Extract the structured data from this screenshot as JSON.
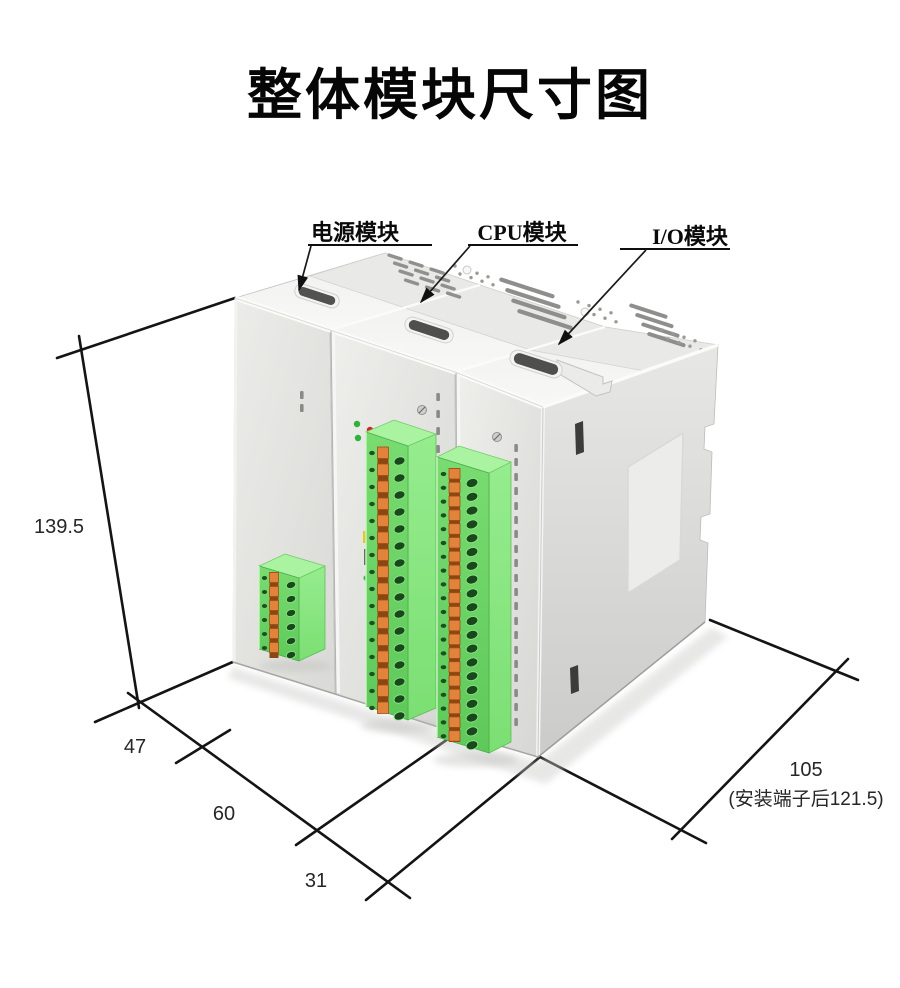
{
  "title": "整体模块尺寸图",
  "module_labels": {
    "power": "电源模块",
    "cpu": "CPU模块",
    "io": "I/O模块"
  },
  "dimensions": {
    "height": "139.5",
    "width_power": "47",
    "width_cpu": "60",
    "width_io": "31",
    "depth": "105",
    "depth_note": "(安装端子后121.5)"
  },
  "colors": {
    "line_black": "#141414",
    "module_body_gray": "#e3e3e1",
    "module_top_gray": "#f5f5f3",
    "terminal_green": "#74d76c",
    "terminal_green_side": "#8ce885",
    "terminal_green_top": "#a9f3a1",
    "contact_orange": "#e2833c",
    "led_green": "#2fb13a",
    "led_red": "#d62222",
    "led_yellow": "#e8c62a"
  }
}
